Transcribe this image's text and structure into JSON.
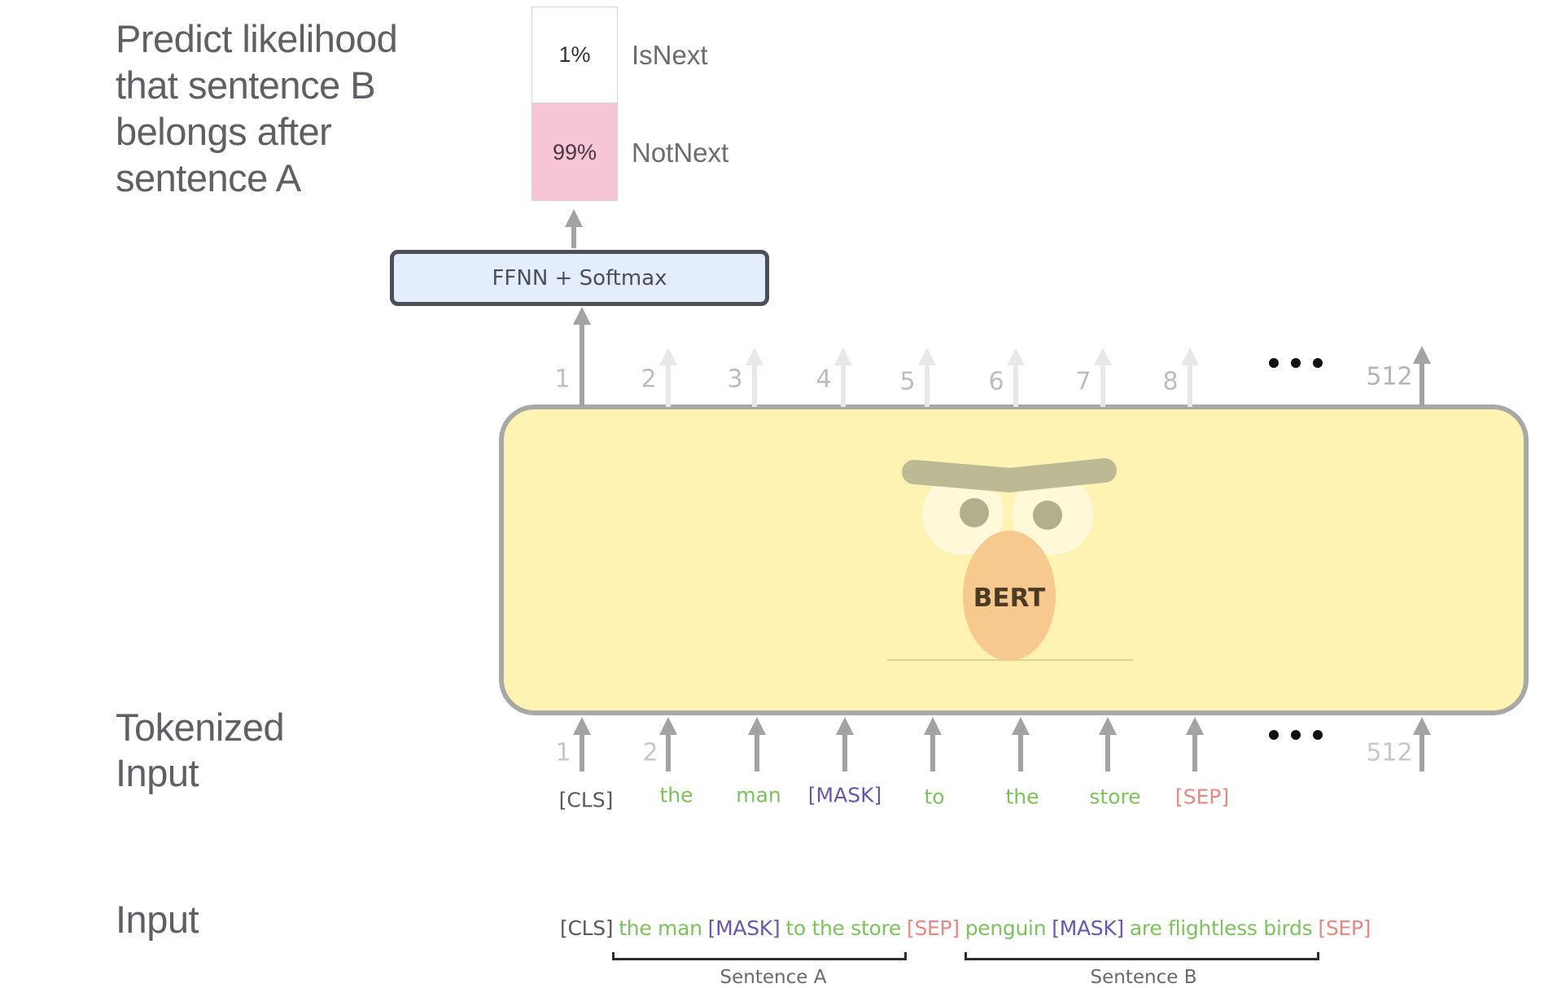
{
  "left_labels": {
    "nsp_description": [
      "Predict likelihood",
      "that sentence B",
      "belongs after",
      "sentence A"
    ],
    "tokenized_input": [
      "Tokenized",
      "Input"
    ],
    "input": "Input"
  },
  "prediction": {
    "isnext": {
      "percent": "1%",
      "label": "IsNext",
      "probability": 0.01
    },
    "notnext": {
      "percent": "99%",
      "label": "NotNext",
      "probability": 0.99
    }
  },
  "classifier": {
    "label": "FFNN + Softmax"
  },
  "model": {
    "label": "BERT",
    "box_color": "#fef3b3"
  },
  "output_positions": [
    "1",
    "2",
    "3",
    "4",
    "5",
    "6",
    "7",
    "8",
    "512"
  ],
  "input_positions": [
    "1",
    "2",
    "512"
  ],
  "ellipsis": "...",
  "tokens": [
    {
      "text": "[CLS]",
      "kind": "special"
    },
    {
      "text": "the",
      "kind": "word"
    },
    {
      "text": "man",
      "kind": "word"
    },
    {
      "text": "[MASK]",
      "kind": "mask"
    },
    {
      "text": "to",
      "kind": "word"
    },
    {
      "text": "the",
      "kind": "word"
    },
    {
      "text": "store",
      "kind": "word"
    },
    {
      "text": "[SEP]",
      "kind": "sep"
    }
  ],
  "input_sentence": [
    {
      "text": "[CLS]",
      "kind": "special"
    },
    {
      "text": "the man",
      "kind": "word"
    },
    {
      "text": "[MASK]",
      "kind": "mask"
    },
    {
      "text": "to the store",
      "kind": "word"
    },
    {
      "text": "[SEP]",
      "kind": "sep"
    },
    {
      "text": "penguin",
      "kind": "word"
    },
    {
      "text": "[MASK]",
      "kind": "mask"
    },
    {
      "text": "are flightless birds",
      "kind": "word"
    },
    {
      "text": "[SEP]",
      "kind": "sep"
    }
  ],
  "segments": {
    "a": "Sentence A",
    "b": "Sentence B"
  },
  "colors": {
    "special": "#5a5a5a",
    "word": "#7cc35a",
    "mask": "#6a55b5",
    "sep": "#ea8880",
    "notnext_fill": "#f6c6d6",
    "classifier_fill": "#e4edfb"
  }
}
